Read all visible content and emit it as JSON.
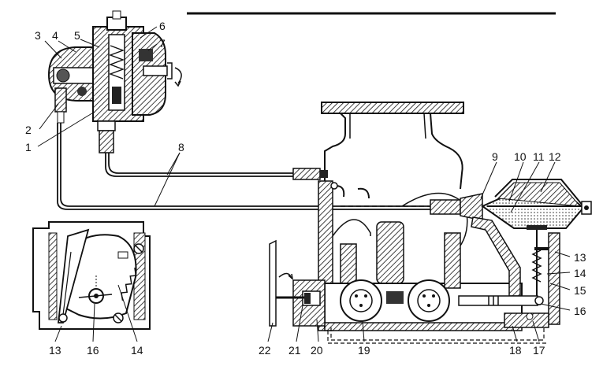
{
  "callouts": {
    "n1": "1",
    "n2": "2",
    "n3": "3",
    "n4": "4",
    "n5": "5",
    "n6": "6",
    "n7": "7",
    "n8": "8",
    "n9": "9",
    "n10": "10",
    "n11": "11",
    "n12": "12",
    "n13r": "13",
    "n14r": "14",
    "n15": "15",
    "n16r": "16",
    "n17": "17",
    "n18": "18",
    "n19": "19",
    "n20": "20",
    "n21": "21",
    "n22": "22",
    "n13l": "13",
    "n16l": "16",
    "n14l": "14"
  }
}
